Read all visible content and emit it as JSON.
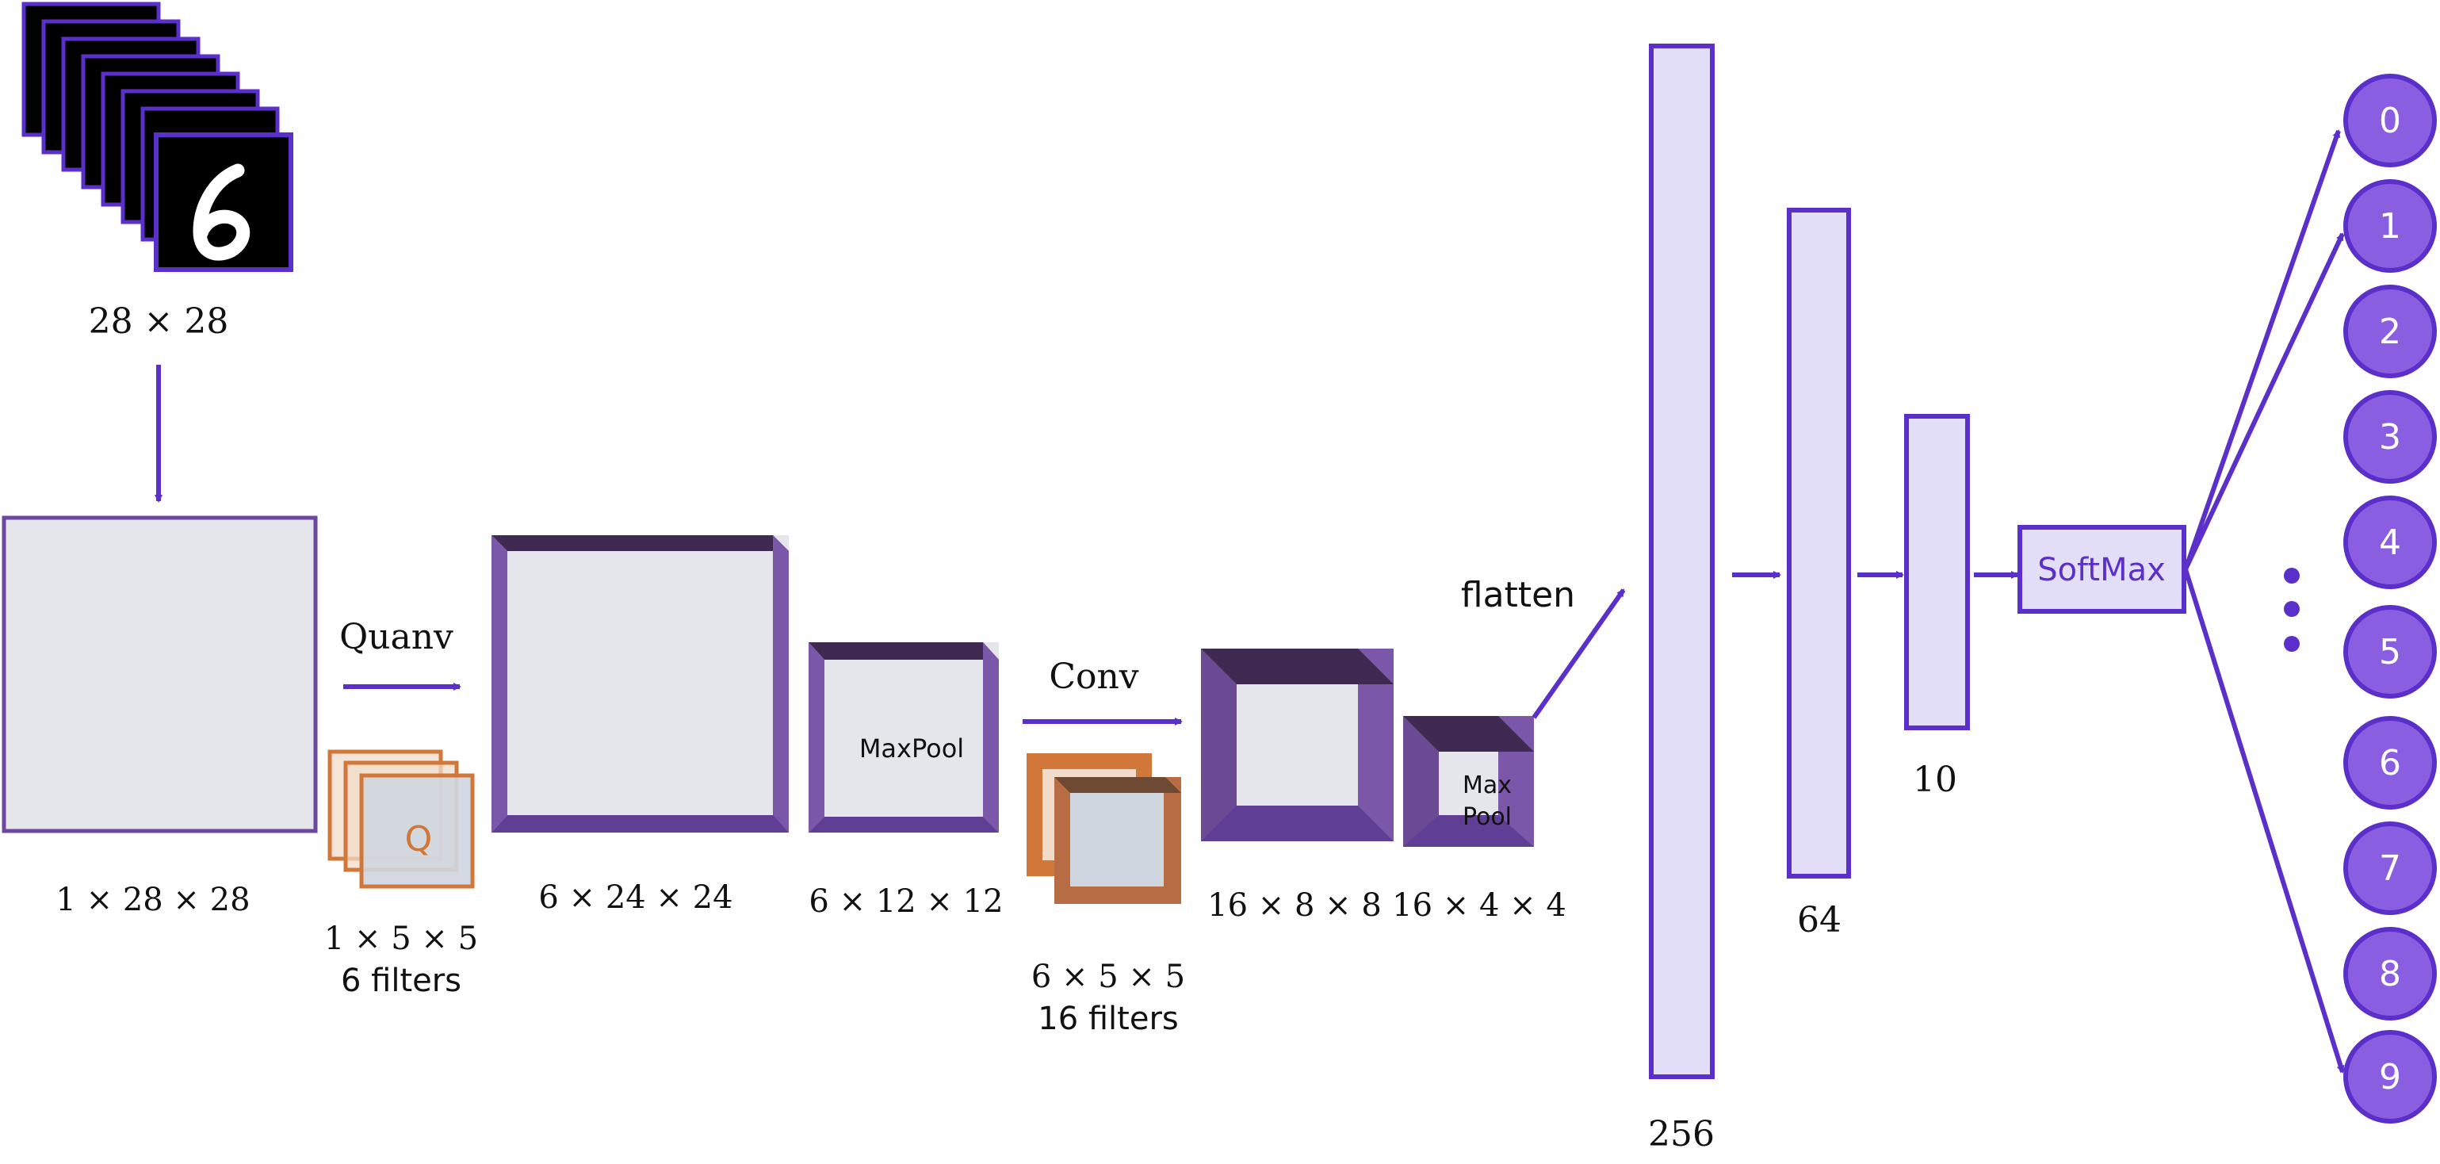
{
  "colors": {
    "purple": "#5b2fc9",
    "purple_face": "#7a57a8",
    "purple_dark": "#3f2a52",
    "light_gray": "#e4e6ec",
    "lavender": "#e3def7",
    "orange": "#d2773a",
    "orange_light": "#f1dccb",
    "node_fill": "#8a5ee0",
    "node_stroke": "#5b2fc9"
  },
  "input": {
    "image_size_label": "28 × 28",
    "digit_shown": "6"
  },
  "layers": {
    "input_tensor_label": "1 × 28 × 28",
    "quanv_label": "Quanv",
    "quanv_filter_symbol": "Q",
    "quanv_filter_shape": "1 × 5 × 5",
    "quanv_filter_count": "6 filters",
    "quanv_output_label": "6 × 24 × 24",
    "maxpool1_text": "MaxPool",
    "maxpool1_output_label": "6 × 12 × 12",
    "conv_label": "Conv",
    "conv_filter_shape": "6 × 5 × 5",
    "conv_filter_count": "16 filters",
    "conv_output_label": "16 × 8 × 8",
    "maxpool2_text_line1": "Max",
    "maxpool2_text_line2": "Pool",
    "maxpool2_output_label": "16 × 4 × 4",
    "flatten_label": "flatten",
    "fc1_size": "256",
    "fc2_size": "64",
    "fc3_size": "10",
    "softmax_label": "SoftMax"
  },
  "outputs": [
    "0",
    "1",
    "2",
    "3",
    "4",
    "5",
    "6",
    "7",
    "8",
    "9"
  ]
}
